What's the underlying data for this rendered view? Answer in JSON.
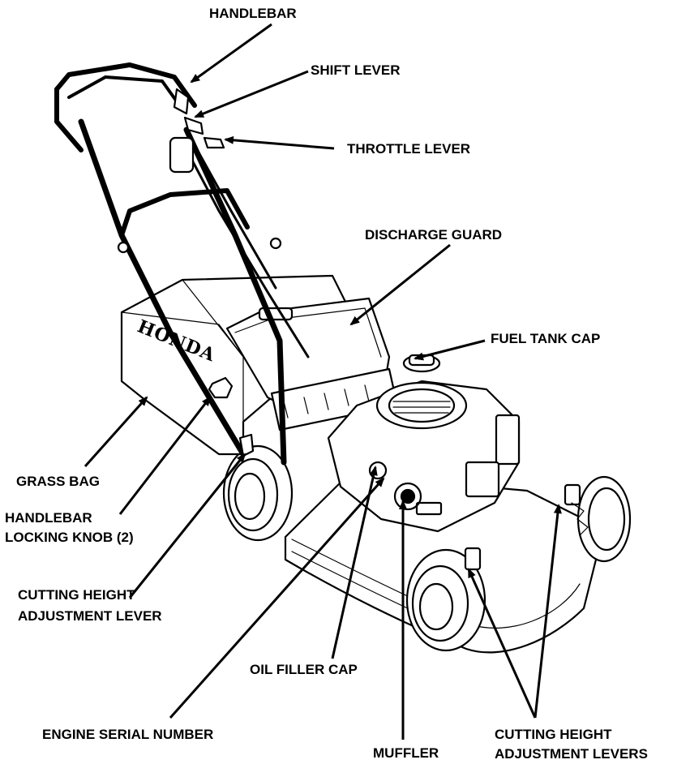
{
  "brand_text": "HONDA",
  "labels": {
    "handlebar": "HANDLEBAR",
    "shift_lever": "SHIFT LEVER",
    "throttle_lever": "THROTTLE LEVER",
    "discharge_guard": "DISCHARGE GUARD",
    "fuel_tank_cap": "FUEL TANK CAP",
    "grass_bag": "GRASS BAG",
    "handlebar_locking_knob_line1": "HANDLEBAR",
    "handlebar_locking_knob_line2": "LOCKING KNOB (2)",
    "cutting_height_adjustment_lever_line1": "CUTTING HEIGHT",
    "cutting_height_adjustment_lever_line2": "ADJUSTMENT LEVER",
    "oil_filler_cap": "OIL FILLER CAP",
    "engine_serial_number": "ENGINE SERIAL NUMBER",
    "muffler": "MUFFLER",
    "cutting_height_adjustment_levers_line1": "CUTTING HEIGHT",
    "cutting_height_adjustment_levers_line2": "ADJUSTMENT LEVERS"
  },
  "colors": {
    "ink": "#000000",
    "paper": "#ffffff"
  }
}
